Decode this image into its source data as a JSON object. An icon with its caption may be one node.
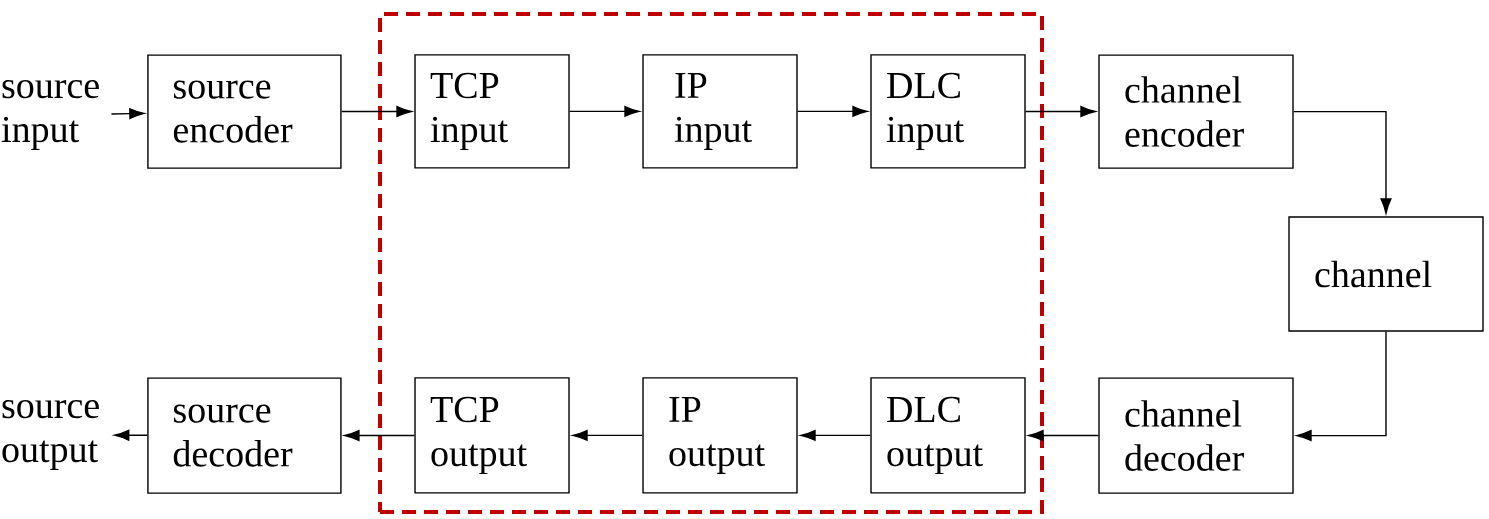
{
  "diagram": {
    "nodes": [
      {
        "text": [],
        "shape": "box"
      },
      {
        "text": [
          "source input"
        ]
      },
      {
        "text": [
          "source encoder"
        ]
      },
      {
        "text": [
          "TCP input"
        ],
        "in": 0
      },
      {
        "text": [
          "IP input"
        ],
        "in": 0
      },
      {
        "text": [
          "DLC input"
        ],
        "in": 0
      },
      {
        "text": [
          "channel encoder"
        ]
      },
      {
        "text": [
          "channel"
        ]
      },
      {
        "text": [
          "source output"
        ]
      },
      {
        "text": [
          "source decoder"
        ]
      },
      {
        "text": [
          "TCP output"
        ],
        "in": 0
      },
      {
        "text": [
          "IP output"
        ],
        "in": 0
      },
      {
        "text": [
          "DLC output"
        ],
        "in": 0
      },
      {
        "text": [
          "channel decoder"
        ]
      }
    ],
    "edges": [
      {
        "from": 1,
        "to": 2,
        "arrow": "to"
      },
      {
        "from": 2,
        "to": 3,
        "arrow": "to"
      },
      {
        "from": 3,
        "to": 4,
        "arrow": "to"
      },
      {
        "from": 4,
        "to": 5,
        "arrow": "to"
      },
      {
        "from": 5,
        "to": 6,
        "arrow": "to"
      },
      {
        "from": 6,
        "to": 7,
        "arrow": "to"
      },
      {
        "from": 7,
        "to": 13,
        "arrow": "to"
      },
      {
        "from": 13,
        "to": 12,
        "arrow": "to"
      },
      {
        "from": 12,
        "to": 11,
        "arrow": "to"
      },
      {
        "from": 11,
        "to": 10,
        "arrow": "to"
      },
      {
        "from": 10,
        "to": 9,
        "arrow": "to"
      },
      {
        "from": 9,
        "to": 8,
        "arrow": "to"
      }
    ]
  }
}
